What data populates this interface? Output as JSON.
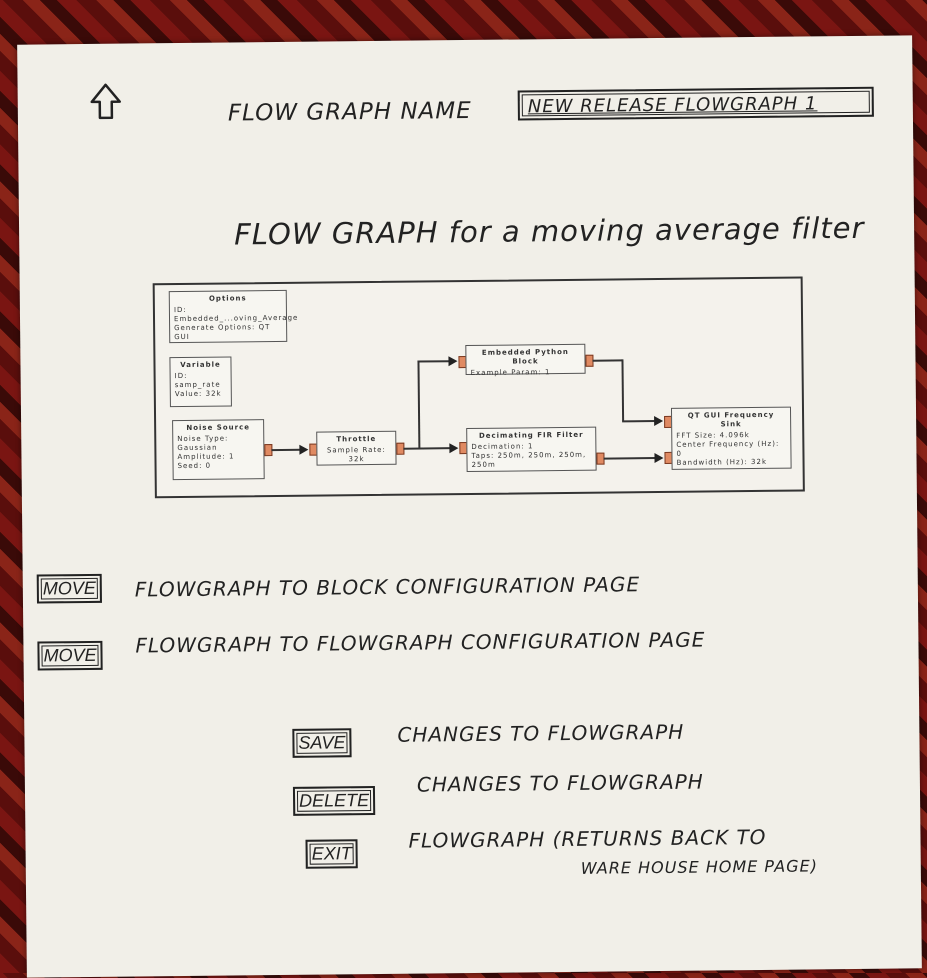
{
  "header": {
    "flowgraph_name_label": "FLOW GRAPH NAME",
    "flowgraph_name_value": "NEW RELEASE  FLOWGRAPH 1"
  },
  "main": {
    "title": "FLOW GRAPH for a moving average filter"
  },
  "diagram": {
    "options": {
      "title": "Options",
      "lines": [
        "ID: Embedded_...oving_Average",
        "Generate Options: QT GUI"
      ]
    },
    "variable": {
      "title": "Variable",
      "lines": [
        "ID: samp_rate",
        "Value: 32k"
      ]
    },
    "noise_source": {
      "title": "Noise Source",
      "lines": [
        "Noise Type: Gaussian",
        "Amplitude: 1",
        "Seed: 0"
      ]
    },
    "throttle": {
      "title": "Throttle",
      "lines": [
        "Sample Rate: 32k"
      ]
    },
    "python_block": {
      "title": "Embedded Python Block",
      "lines": [
        "Example Param: 1"
      ]
    },
    "fir_filter": {
      "title": "Decimating FIR Filter",
      "lines": [
        "Decimation: 1",
        "Taps: 250m, 250m, 250m, 250m"
      ]
    },
    "freq_sink": {
      "title": "QT GUI Frequency Sink",
      "lines": [
        "FFT Size: 4.096k",
        "Center Frequency (Hz): 0",
        "Bandwidth (Hz): 32k"
      ]
    }
  },
  "actions": {
    "move1_button": "MOVE",
    "move1_text": "FLOWGRAPH TO BLOCK CONFIGURATION PAGE",
    "move2_button": "MOVE",
    "move2_text": "FLOWGRAPH TO FLOWGRAPH CONFIGURATION PAGE",
    "save_button": "SAVE",
    "save_text": "CHANGES TO FLOWGRAPH",
    "delete_button": "DELETE",
    "delete_text": "CHANGES TO FLOWGRAPH",
    "exit_button": "EXIT",
    "exit_text_line1": "FLOWGRAPH (RETURNS BACK TO",
    "exit_text_line2": "WARE HOUSE HOME PAGE)"
  },
  "icons": {
    "home": "up-arrow-home-icon"
  }
}
